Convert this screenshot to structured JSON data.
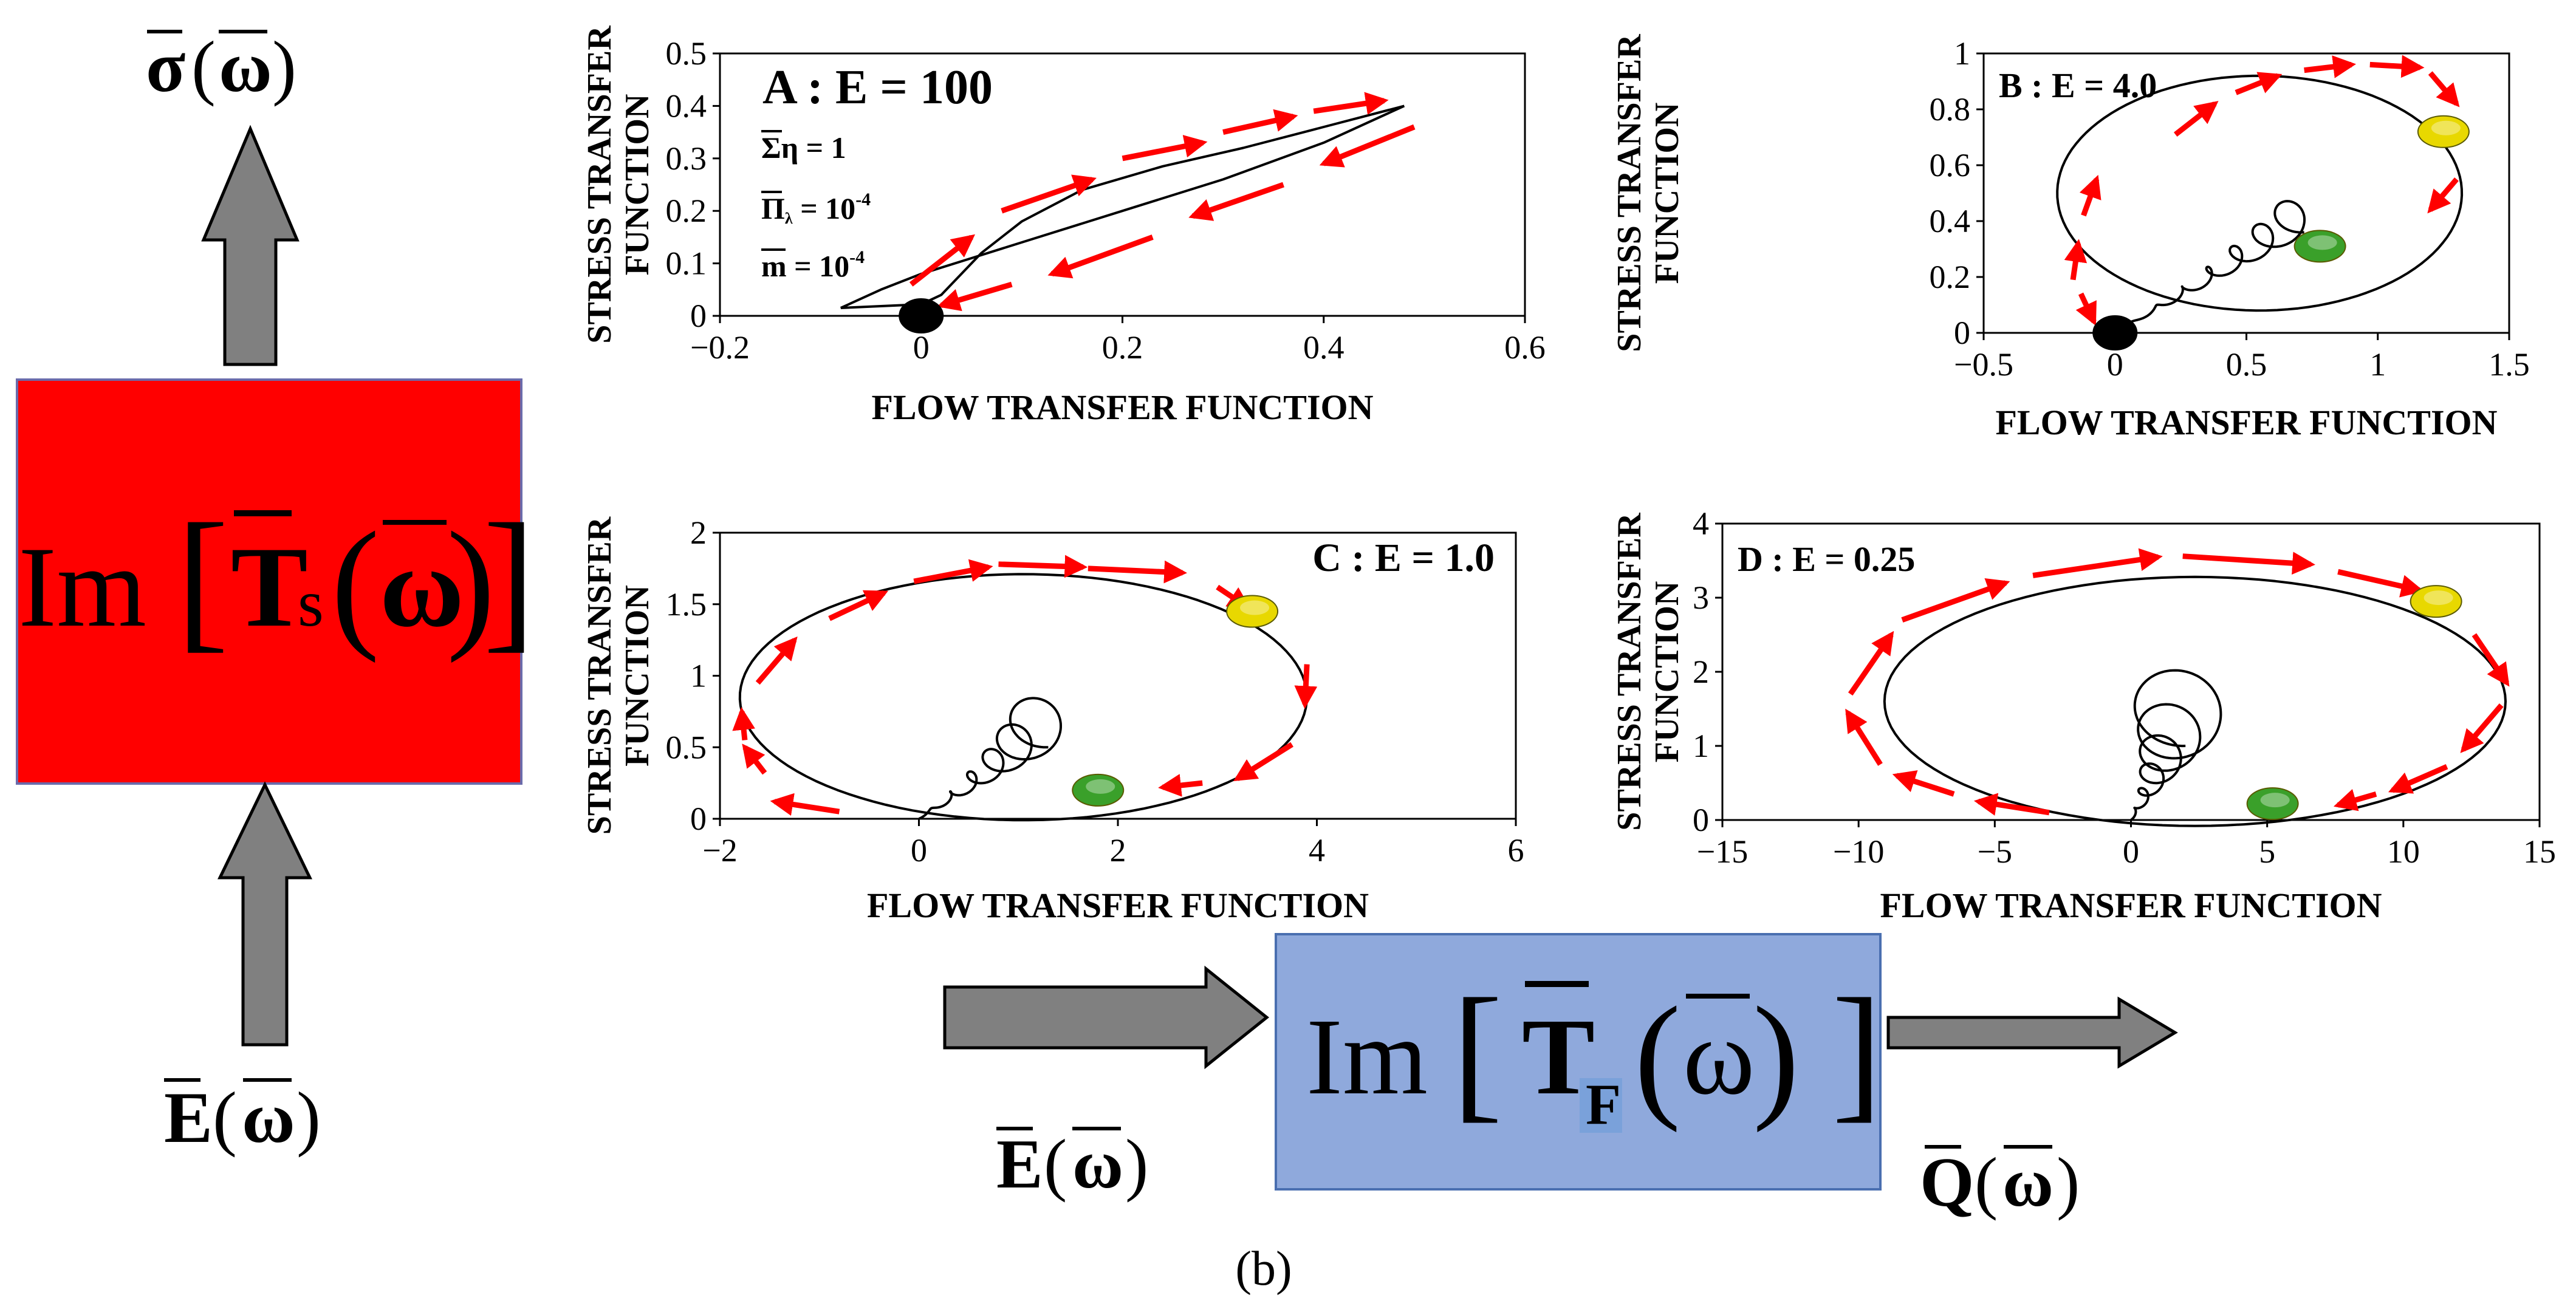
{
  "figure_label": "(b)",
  "colors": {
    "stress_block": "#ff0000",
    "flow_block": "#8fa9dc",
    "arrow_fill": "#808080",
    "direction_arrows": "#ff0000",
    "start_marker": "#000000",
    "yellow_marker": "#e8d800",
    "green_marker": "#3aa02a"
  },
  "stress_block": {
    "label": "Im",
    "operator": "T",
    "subscript": "s",
    "argument": "ω"
  },
  "flow_block": {
    "label": "Im",
    "operator": "T",
    "subscript": "F",
    "argument": "ω"
  },
  "signals": {
    "stress_output": {
      "symbol": "σ",
      "argument": "ω"
    },
    "stress_input": {
      "symbol": "E",
      "argument": "ω"
    },
    "flow_input": {
      "symbol": "E",
      "argument": "ω"
    },
    "flow_output": {
      "symbol": "Q",
      "argument": "ω"
    }
  },
  "chart_data": [
    {
      "type": "line",
      "panel": "A : E = 100",
      "xlabel": "FLOW TRANSFER FUNCTION",
      "ylabel": [
        "STRESS TRANSFER",
        "FUNCTION"
      ],
      "xlim": [
        -0.2,
        0.6
      ],
      "ylim": [
        0,
        0.5
      ],
      "xticks": [
        "-0.2",
        "0",
        "0.2",
        "0.4",
        "0.6"
      ],
      "yticks": [
        "0",
        "0.1",
        "0.2",
        "0.3",
        "0.4",
        "0.5"
      ],
      "annotations": [
        {
          "bar": "Σ",
          "rest": "η = 1"
        },
        {
          "bar": "Π",
          "sub": "λ",
          "rest": " = 10",
          "sup": "-4"
        },
        {
          "bar": "m",
          "rest": " = 10",
          "sup": "-4"
        }
      ],
      "curves": [
        [
          [
            -0.08,
            0.015
          ],
          [
            0.0,
            0.022
          ],
          [
            0.02,
            0.04
          ],
          [
            0.06,
            0.12
          ],
          [
            0.1,
            0.18
          ],
          [
            0.16,
            0.24
          ],
          [
            0.24,
            0.285
          ],
          [
            0.32,
            0.32
          ],
          [
            0.4,
            0.36
          ],
          [
            0.48,
            0.4
          ]
        ],
        [
          [
            0.48,
            0.4
          ],
          [
            0.4,
            0.33
          ],
          [
            0.3,
            0.26
          ],
          [
            0.2,
            0.2
          ],
          [
            0.1,
            0.14
          ],
          [
            0.05,
            0.11
          ],
          [
            0.0,
            0.08
          ],
          [
            -0.04,
            0.05
          ],
          [
            -0.08,
            0.015
          ]
        ]
      ],
      "direction_arrows": [
        [
          [
            -0.01,
            0.06
          ],
          [
            0.05,
            0.15
          ]
        ],
        [
          [
            0.08,
            0.2
          ],
          [
            0.17,
            0.26
          ]
        ],
        [
          [
            0.2,
            0.3
          ],
          [
            0.28,
            0.33
          ]
        ],
        [
          [
            0.3,
            0.35
          ],
          [
            0.37,
            0.38
          ]
        ],
        [
          [
            0.39,
            0.39
          ],
          [
            0.46,
            0.41
          ]
        ],
        [
          [
            0.49,
            0.36
          ],
          [
            0.4,
            0.29
          ]
        ],
        [
          [
            0.36,
            0.25
          ],
          [
            0.27,
            0.19
          ]
        ],
        [
          [
            0.23,
            0.15
          ],
          [
            0.13,
            0.08
          ]
        ],
        [
          [
            0.09,
            0.06
          ],
          [
            0.02,
            0.02
          ]
        ]
      ],
      "markers": [
        {
          "x": 0.0,
          "y": 0.0,
          "color": "#000000"
        }
      ]
    },
    {
      "type": "line",
      "panel": "B : E = 4.0",
      "xlabel": "FLOW TRANSFER FUNCTION",
      "ylabel": [
        "STRESS TRANSFER",
        "FUNCTION"
      ],
      "xlim": [
        -0.5,
        1.5
      ],
      "ylim": [
        0,
        1
      ],
      "xticks": [
        "-0.5",
        "0",
        "0.5",
        "1",
        "1.5"
      ],
      "yticks": [
        "0",
        "0.2",
        "0.4",
        "0.6",
        "0.8",
        "1"
      ],
      "ellipse": {
        "cx": 0.55,
        "cy": 0.5,
        "rx": 0.77,
        "ry": 0.42,
        "start_deg": -112
      },
      "spiral": {
        "x0": 0.0,
        "y0": 0.0,
        "x1": 0.72,
        "y1": 0.36,
        "turns": 7,
        "r0": 0.003,
        "r1": 0.09
      },
      "direction_arrows": [
        [
          [
            0.23,
            0.71
          ],
          [
            0.38,
            0.82
          ]
        ],
        [
          [
            0.46,
            0.86
          ],
          [
            0.62,
            0.92
          ]
        ],
        [
          [
            0.72,
            0.94
          ],
          [
            0.9,
            0.96
          ]
        ],
        [
          [
            0.97,
            0.96
          ],
          [
            1.16,
            0.95
          ]
        ],
        [
          [
            1.2,
            0.93
          ],
          [
            1.3,
            0.82
          ]
        ],
        [
          [
            1.3,
            0.55
          ],
          [
            1.2,
            0.44
          ]
        ],
        [
          [
            -0.12,
            0.42
          ],
          [
            -0.07,
            0.55
          ]
        ],
        [
          [
            -0.16,
            0.19
          ],
          [
            -0.14,
            0.32
          ]
        ],
        [
          [
            -0.13,
            0.14
          ],
          [
            -0.08,
            0.04
          ]
        ]
      ],
      "markers": [
        {
          "x": 0.0,
          "y": 0.0,
          "color": "#000000"
        },
        {
          "x": 1.25,
          "y": 0.72,
          "color": "#e8d800"
        },
        {
          "x": 0.78,
          "y": 0.31,
          "color": "#3aa02a"
        }
      ]
    },
    {
      "type": "line",
      "panel": "C : E = 1.0",
      "xlabel": "FLOW TRANSFER FUNCTION",
      "ylabel": [
        "STRESS TRANSFER",
        "FUNCTION"
      ],
      "xlim": [
        -2,
        6
      ],
      "ylim": [
        0,
        2
      ],
      "xticks": [
        "-2",
        "0",
        "2",
        "4",
        "6"
      ],
      "yticks": [
        "0",
        "0.5",
        "1",
        "1.5",
        "2"
      ],
      "ellipse": {
        "cx": 1.05,
        "cy": 0.85,
        "rx": 2.85,
        "ry": 0.86,
        "start_deg": -92
      },
      "spiral": {
        "x0": 0.0,
        "y0": 0.0,
        "x1": 1.3,
        "y1": 0.5,
        "turns": 6,
        "r0": 0.01,
        "r1": 0.35
      },
      "direction_arrows": [
        [
          [
            -0.8,
            0.05
          ],
          [
            -1.45,
            0.12
          ]
        ],
        [
          [
            -1.55,
            0.32
          ],
          [
            -1.75,
            0.5
          ]
        ],
        [
          [
            -1.75,
            0.55
          ],
          [
            -1.78,
            0.75
          ]
        ],
        [
          [
            -1.62,
            0.95
          ],
          [
            -1.25,
            1.25
          ]
        ],
        [
          [
            -0.9,
            1.4
          ],
          [
            -0.35,
            1.58
          ]
        ],
        [
          [
            -0.05,
            1.66
          ],
          [
            0.7,
            1.76
          ]
        ],
        [
          [
            0.8,
            1.78
          ],
          [
            1.65,
            1.76
          ]
        ],
        [
          [
            1.7,
            1.75
          ],
          [
            2.65,
            1.72
          ]
        ],
        [
          [
            3.0,
            1.62
          ],
          [
            3.3,
            1.48
          ]
        ],
        [
          [
            3.9,
            1.08
          ],
          [
            3.88,
            0.8
          ]
        ],
        [
          [
            3.75,
            0.52
          ],
          [
            3.2,
            0.28
          ]
        ],
        [
          [
            2.85,
            0.25
          ],
          [
            2.45,
            0.22
          ]
        ]
      ],
      "markers": [
        {
          "x": 3.35,
          "y": 1.45,
          "color": "#e8d800"
        },
        {
          "x": 1.8,
          "y": 0.2,
          "color": "#3aa02a"
        }
      ]
    },
    {
      "type": "line",
      "panel": "D : E = 0.25",
      "xlabel": "FLOW TRANSFER FUNCTION",
      "ylabel": [
        "STRESS TRANSFER",
        "FUNCTION"
      ],
      "xlim": [
        -15,
        15
      ],
      "ylim": [
        0,
        4
      ],
      "xticks": [
        "-15",
        "-10",
        "-5",
        "0",
        "5",
        "10",
        "15"
      ],
      "yticks": [
        "0",
        "1",
        "2",
        "3",
        "4"
      ],
      "ellipse": {
        "cx": 2.35,
        "cy": 1.6,
        "rx": 11.4,
        "ry": 1.68,
        "start_deg": -96
      },
      "spiral": {
        "x0": 0.0,
        "y0": 0.0,
        "x1": 2.0,
        "y1": 1.0,
        "turns": 6,
        "r0": 0.05,
        "r1": 1.9
      },
      "direction_arrows": [
        [
          [
            -3.0,
            0.1
          ],
          [
            -5.6,
            0.25
          ]
        ],
        [
          [
            -6.5,
            0.35
          ],
          [
            -8.6,
            0.6
          ]
        ],
        [
          [
            -9.2,
            0.75
          ],
          [
            -10.4,
            1.45
          ]
        ],
        [
          [
            -10.3,
            1.7
          ],
          [
            -8.8,
            2.5
          ]
        ],
        [
          [
            -8.4,
            2.7
          ],
          [
            -4.6,
            3.2
          ]
        ],
        [
          [
            -3.6,
            3.3
          ],
          [
            1.0,
            3.55
          ]
        ],
        [
          [
            1.9,
            3.56
          ],
          [
            6.6,
            3.45
          ]
        ],
        [
          [
            7.6,
            3.35
          ],
          [
            10.6,
            3.1
          ]
        ],
        [
          [
            12.6,
            2.5
          ],
          [
            13.8,
            1.85
          ]
        ],
        [
          [
            13.6,
            1.55
          ],
          [
            12.2,
            0.95
          ]
        ],
        [
          [
            11.6,
            0.72
          ],
          [
            9.6,
            0.4
          ]
        ],
        [
          [
            9.0,
            0.35
          ],
          [
            7.6,
            0.2
          ]
        ]
      ],
      "markers": [
        {
          "x": 11.2,
          "y": 2.95,
          "color": "#e8d800"
        },
        {
          "x": 5.2,
          "y": 0.22,
          "color": "#3aa02a"
        }
      ]
    }
  ]
}
